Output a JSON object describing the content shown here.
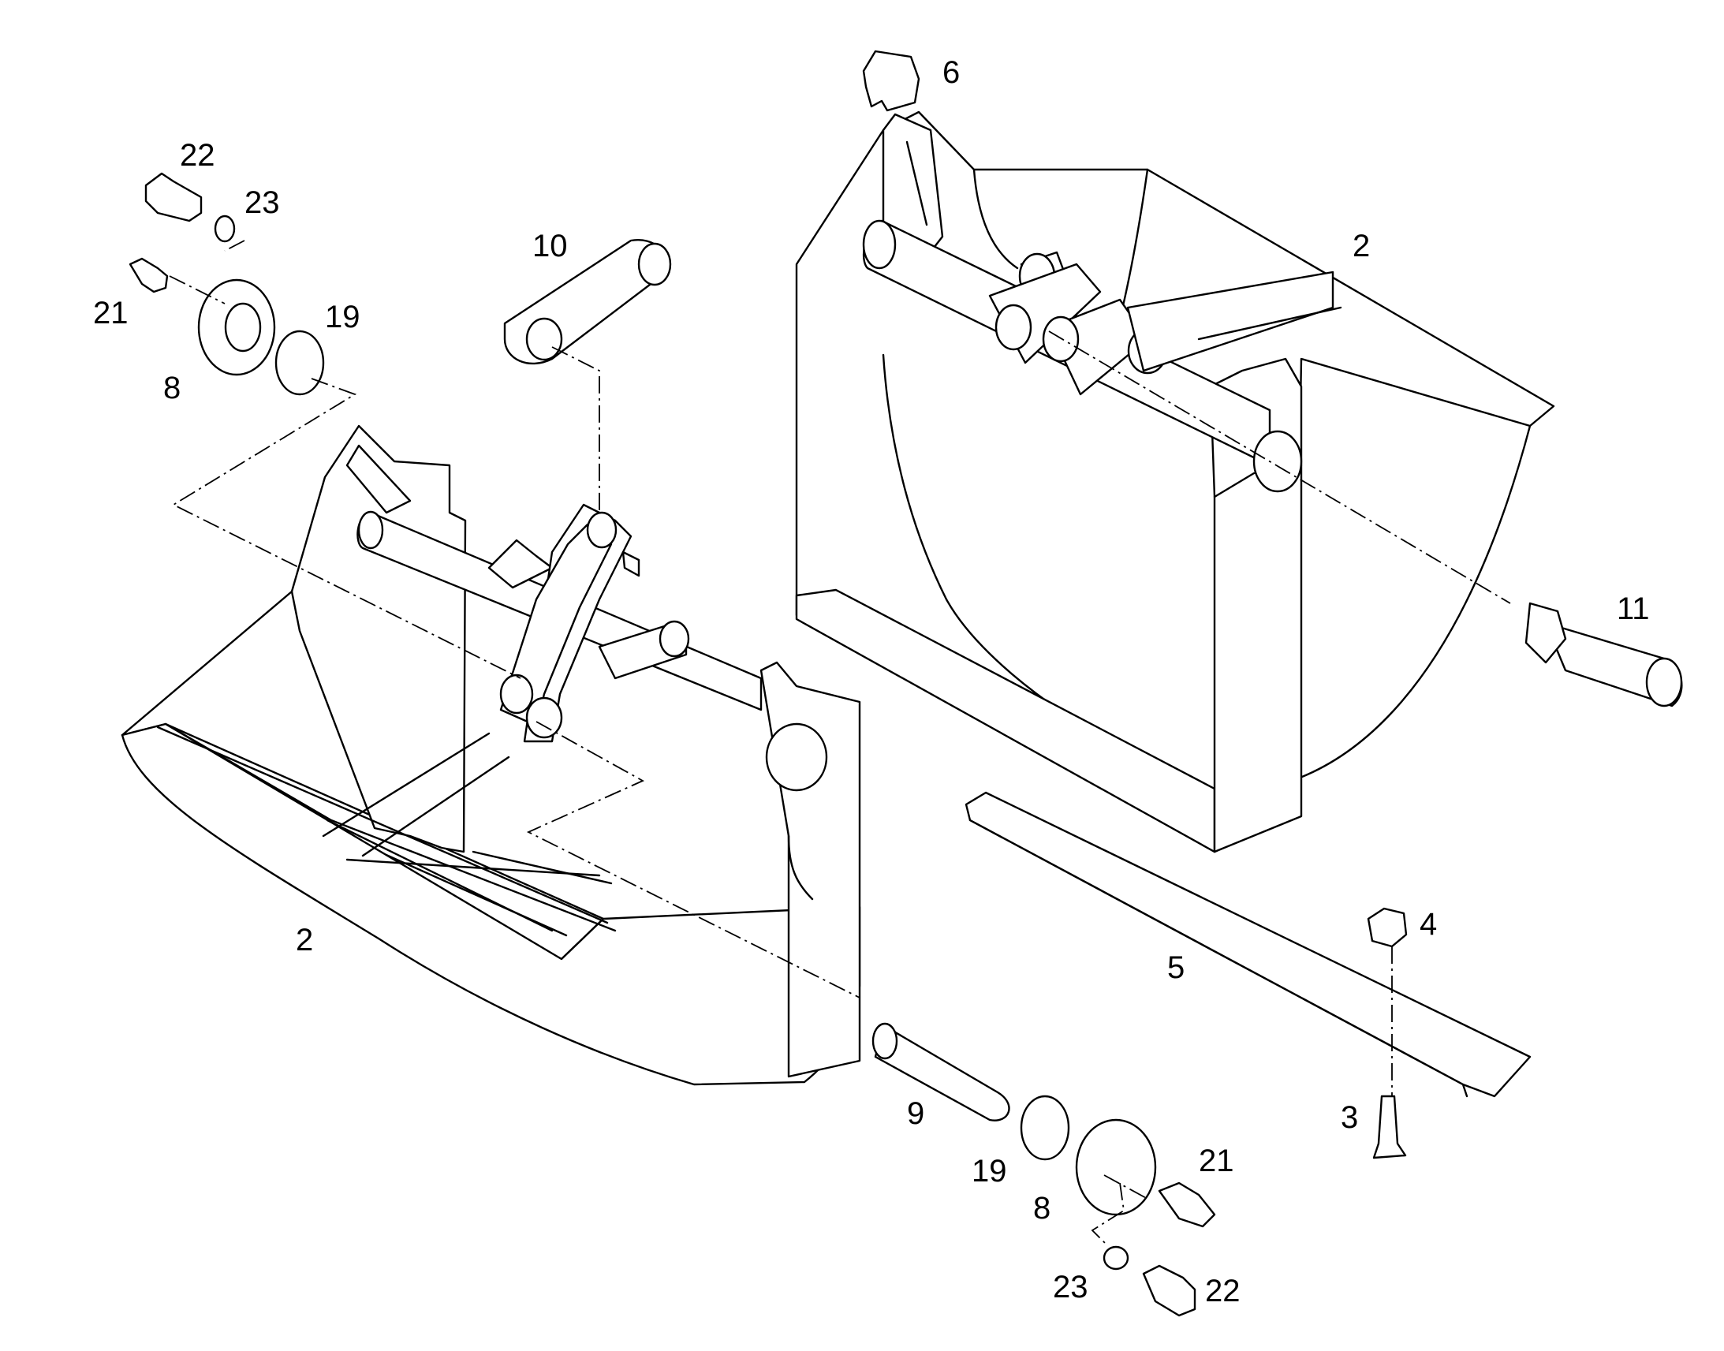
{
  "callouts": {
    "c1": "22",
    "c2": "23",
    "c3": "21",
    "c4": "19",
    "c5": "8",
    "c6": "10",
    "c7": "2",
    "c8": "6",
    "c9": "2",
    "c10": "11",
    "c11": "4",
    "c12": "5",
    "c13": "3",
    "c14": "9",
    "c15": "19",
    "c16": "8",
    "c17": "21",
    "c18": "23",
    "c19": "22"
  }
}
